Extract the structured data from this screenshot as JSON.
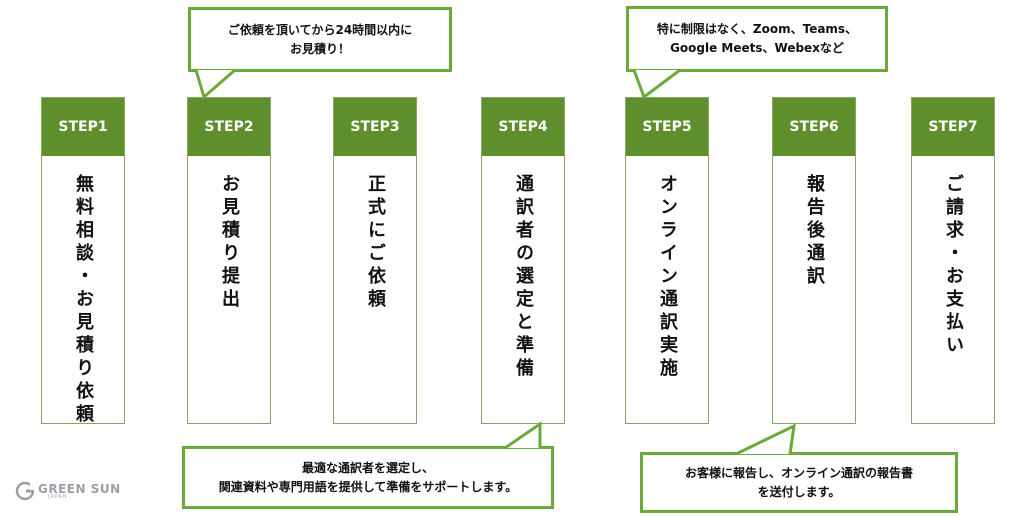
{
  "steps": [
    {
      "label": "STEP1",
      "text": "無料相談・お見積り依頼"
    },
    {
      "label": "STEP2",
      "text": "お見積り提出"
    },
    {
      "label": "STEP3",
      "text": "正式にご依頼"
    },
    {
      "label": "STEP4",
      "text": "通訳者の選定と準備"
    },
    {
      "label": "STEP5",
      "text": "オンライン通訳実施"
    },
    {
      "label": "STEP6",
      "text": "報告後通訳"
    },
    {
      "label": "STEP7",
      "text": "ご請求・お支払い"
    }
  ],
  "callouts": {
    "step2_note": [
      "ご依頼を頂いてから24時間以内に",
      "お見積り！"
    ],
    "step5_note": [
      "特に制限はなく、Zoom、Teams、",
      "Google Meets、Webexなど"
    ],
    "step4_note": [
      "最適な通訳者を選定し、",
      "関連資料や専門用語を提供して準備をサポートします。"
    ],
    "step6_note": [
      "お客様に報告し、オンライン通訳の報告書",
      "を送付します。"
    ]
  },
  "logo": {
    "name": "GREEN SUN",
    "sub": "JAPAN"
  },
  "colors": {
    "step_header": "#5f8f2c",
    "callout_border": "#6aaa3a"
  }
}
